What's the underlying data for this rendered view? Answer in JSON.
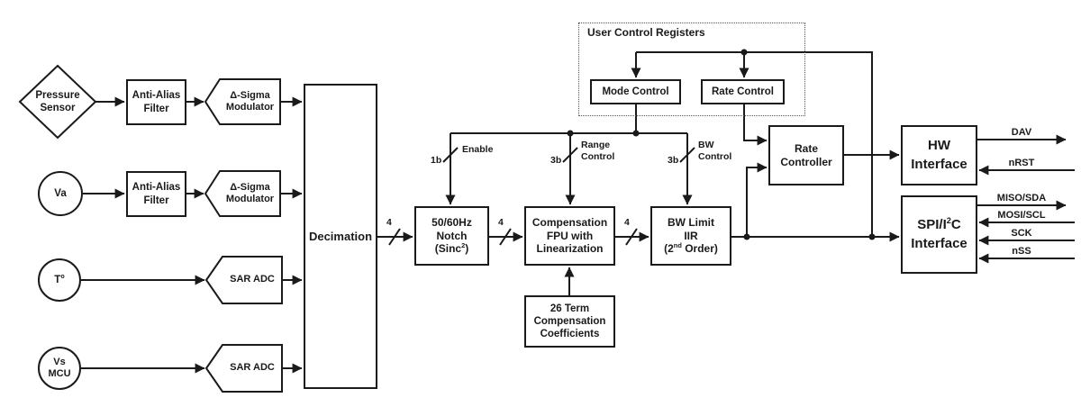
{
  "sources": {
    "pressure": {
      "l1": "Pressure",
      "l2": "Sensor"
    },
    "va": {
      "l1": "Va"
    },
    "temp": {
      "base": "T",
      "sup": "o"
    },
    "vs": {
      "l1": "Vs",
      "l2": "MCU"
    }
  },
  "blocks": {
    "anti_alias": {
      "l1": "Anti-Alias",
      "l2": "Filter"
    },
    "dsigma": {
      "l1": "Δ-Sigma",
      "l2": "Modulator"
    },
    "sar": {
      "l1": "SAR ADC"
    },
    "decimation": {
      "l1": "Decimation"
    },
    "notch": {
      "l1": "50/60Hz",
      "l2": "Notch",
      "l3a": "(Sinc",
      "l3sup": "2",
      "l3b": ")"
    },
    "fpu": {
      "l1": "Compensation",
      "l2": "FPU with",
      "l3": "Linearization"
    },
    "iir": {
      "l1": "BW Limit",
      "l2": "IIR",
      "l3a": "(2",
      "l3sup": "nd",
      "l3b": " Order)"
    },
    "coeff": {
      "l1": "26 Term",
      "l2": "Compensation",
      "l3": "Coefficients"
    },
    "mode_control": {
      "l1": "Mode Control"
    },
    "rate_control": {
      "l1": "Rate Control"
    },
    "rate_controller": {
      "l1": "Rate",
      "l2": "Controller"
    },
    "hw_interface": {
      "l1": "HW",
      "l2": "Interface"
    },
    "spi_interface": {
      "l1a": "SPI/I",
      "l1sup": "2",
      "l1b": "C",
      "l2": "Interface"
    },
    "user_registers": {
      "title": "User Control Registers"
    }
  },
  "bus_labels": {
    "b1": "4",
    "b2": "4",
    "b3": "4"
  },
  "control_labels": {
    "enable": {
      "bits": "1b",
      "name1": "Enable"
    },
    "range": {
      "bits": "3b",
      "name1": "Range",
      "name2": "Control"
    },
    "bw": {
      "bits": "3b",
      "name1": "BW",
      "name2": "Control"
    }
  },
  "signals": {
    "dav": "DAV",
    "nrst": "nRST",
    "miso": "MISO/SDA",
    "mosi": "MOSI/SCL",
    "sck": "SCK",
    "nss": "nSS"
  },
  "colors": {
    "line": "#1a1a1a",
    "text": "#1a1a1a",
    "background": "#ffffff"
  }
}
